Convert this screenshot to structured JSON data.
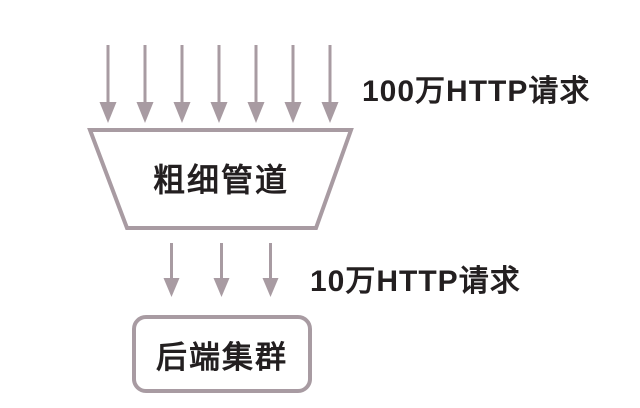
{
  "diagram": {
    "title": "traffic-funnel-diagram",
    "colors": {
      "background": "#ffffff",
      "stroke": "#a89ba2",
      "text": "#231f20"
    },
    "incoming": {
      "arrow_count": 7,
      "arrow_icon": "down-arrow-icon",
      "label": "100万HTTP请求"
    },
    "funnel": {
      "shape": "trapezoid",
      "label": "粗细管道"
    },
    "outgoing": {
      "arrow_count": 3,
      "arrow_icon": "down-arrow-icon",
      "label": "10万HTTP请求"
    },
    "backend": {
      "shape": "rounded-rectangle",
      "label": "后端集群"
    }
  }
}
